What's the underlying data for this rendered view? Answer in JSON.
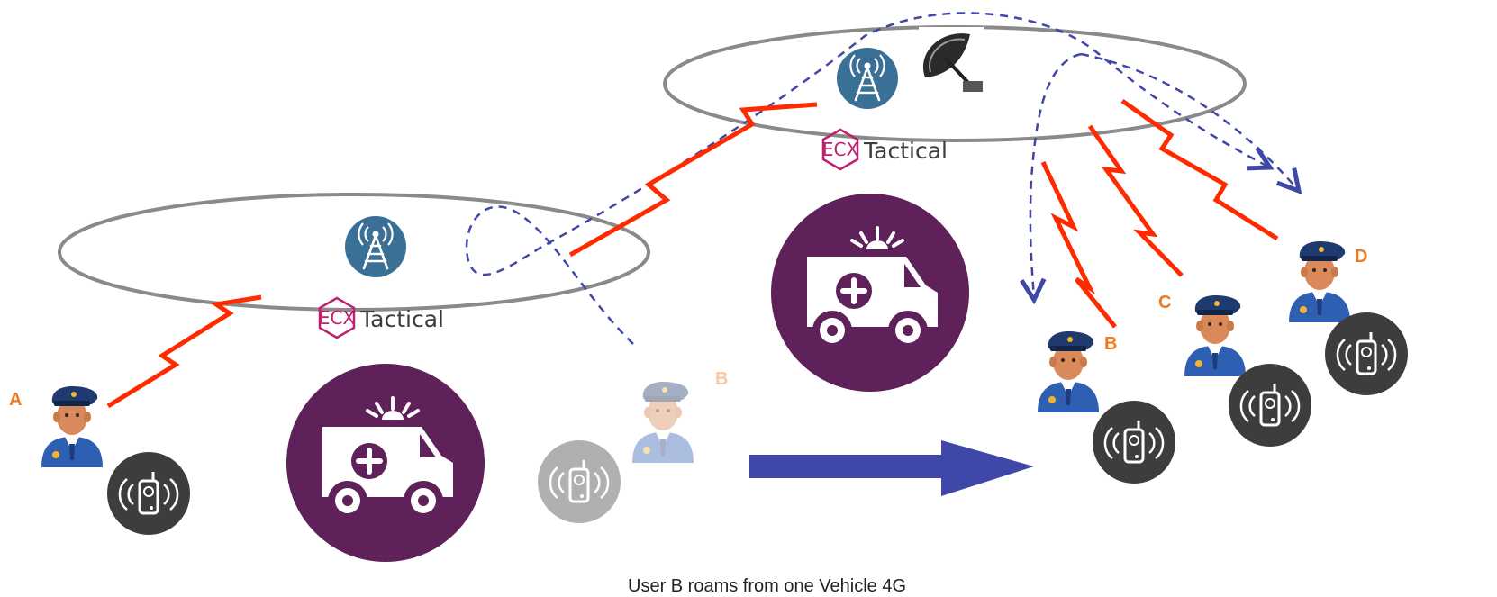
{
  "brand": {
    "badge": "ECX",
    "name": "Tactical"
  },
  "users": {
    "a": "A",
    "b_ghost": "B",
    "b": "B",
    "c": "C",
    "d": "D"
  },
  "caption": "User B roams from one Vehicle 4G",
  "colors": {
    "tower_fill": "#3a6f96",
    "vehicle_fill": "#5e2159",
    "radio_fill": "#3d3d3d",
    "label_orange": "#f07a1e",
    "link_red": "#ff2a00",
    "flow_blue": "#3f47a8",
    "ellipse_gray": "#8a8a8a",
    "brand_magenta": "#c0206e"
  },
  "icons": [
    "cell-tower-icon",
    "satellite-dish-icon",
    "ambulance-icon",
    "police-officer-icon",
    "radio-handset-icon",
    "arrow-right-icon"
  ]
}
